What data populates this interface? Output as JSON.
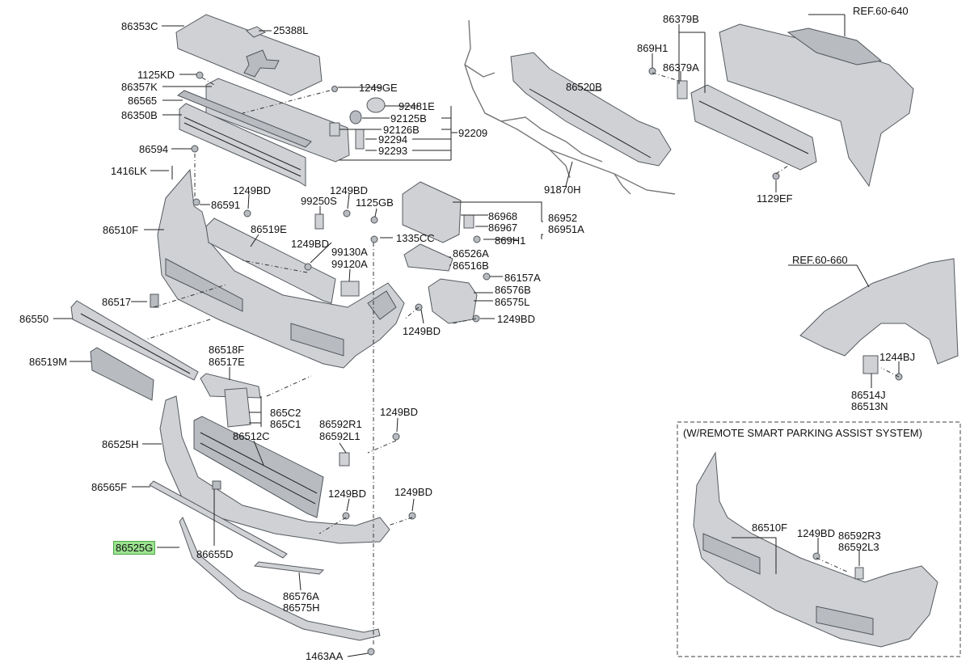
{
  "parts": {
    "p86353C": "86353C",
    "p25388L": "25388L",
    "p1125KD": "1125KD",
    "p1249GE": "1249GE",
    "p86357K": "86357K",
    "p86565": "86565",
    "p86350B": "86350B",
    "p92481E": "92481E",
    "p92125B": "92125B",
    "p92126B": "92126B",
    "p92209": "92209",
    "p92294": "92294",
    "p92293": "92293",
    "p86594": "86594",
    "p1416LK": "1416LK",
    "p86591": "86591",
    "p1249BD_a": "1249BD",
    "p1249BD_b": "1249BD",
    "p99250S": "99250S",
    "p1125GB": "1125GB",
    "p86510F": "86510F",
    "p86519E": "86519E",
    "p1335CC": "1335CC",
    "p1249BD_c": "1249BD",
    "p99130A": "99130A",
    "p99120A": "99120A",
    "p86520B": "86520B",
    "p91870H": "91870H",
    "p86968": "86968",
    "p86967": "86967",
    "p86952": "86952",
    "p86951A": "86951A",
    "p869H1_b": "869H1",
    "p86526A": "86526A",
    "p86516B": "86516B",
    "p86157A": "86157A",
    "p86576B": "86576B",
    "p86575L": "86575L",
    "p1249BD_d": "1249BD",
    "p1249BD_e": "1249BD",
    "p86517": "86517",
    "p86550": "86550",
    "p86519M": "86519M",
    "p86518F": "86518F",
    "p86517E": "86517E",
    "p865C2": "865C2",
    "p865C1": "865C1",
    "p86525H": "86525H",
    "p86512C": "86512C",
    "p86592R1": "86592R1",
    "p86592L1": "86592L1",
    "p1249BD_f": "1249BD",
    "p86565F": "86565F",
    "p1249BD_g": "1249BD",
    "p1249BD_h": "1249BD",
    "p86525G": "86525G",
    "p86655D": "86655D",
    "p86576A": "86576A",
    "p86575H": "86575H",
    "p1463AA": "1463AA",
    "p86379B": "86379B",
    "p869H1_a": "869H1",
    "p86379A": "86379A",
    "pREF60640": "REF.60-640",
    "p1129EF": "1129EF",
    "pREF60660": "REF.60-660",
    "p1244BJ": "1244BJ",
    "p86514J": "86514J",
    "p86513N": "86513N",
    "p86510F_b": "86510F",
    "p1249BD_i": "1249BD",
    "p86592R3": "86592R3",
    "p86592L3": "86592L3"
  },
  "inset": {
    "title": "(W/REMOTE SMART PARKING ASSIST SYSTEM)"
  },
  "highlight": {
    "part": "86525G",
    "color": "#9be28f"
  }
}
